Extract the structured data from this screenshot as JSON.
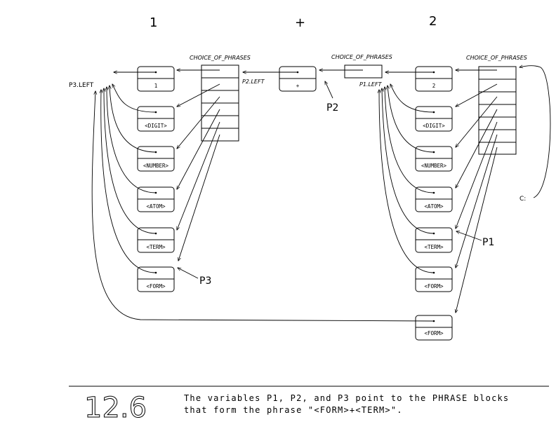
{
  "header": {
    "left_digit": "1",
    "operator": "+",
    "right_digit": "2"
  },
  "choice_labels": {
    "left": "CHOICE_OF_PHRASES",
    "middle": "CHOICE_OF_PHRASES",
    "right": "CHOICE_OF_PHRASES"
  },
  "pointer_labels": {
    "p3_left": "P3.LEFT",
    "p2_left": "P2.LEFT",
    "p1_left": "P1.LEFT",
    "p1": "P1",
    "p2": "P2",
    "p3": "P3",
    "c": "C:"
  },
  "left_column": [
    "1",
    "<DIGIT>",
    "<NUMBER>",
    "<ATOM>",
    "<TERM>",
    "<FORM>"
  ],
  "middle_block": "+",
  "right_column": [
    "2",
    "<DIGIT>",
    "<NUMBER>",
    "<ATOM>",
    "<TERM>",
    "<FORM>"
  ],
  "bottom_block": "<FORM>",
  "caption": {
    "figure_number": "12.6",
    "line1": "The variables P1, P2, and P3 point to the PHRASE blocks",
    "line2": "that form the phrase \"<FORM>+<TERM>\"."
  }
}
